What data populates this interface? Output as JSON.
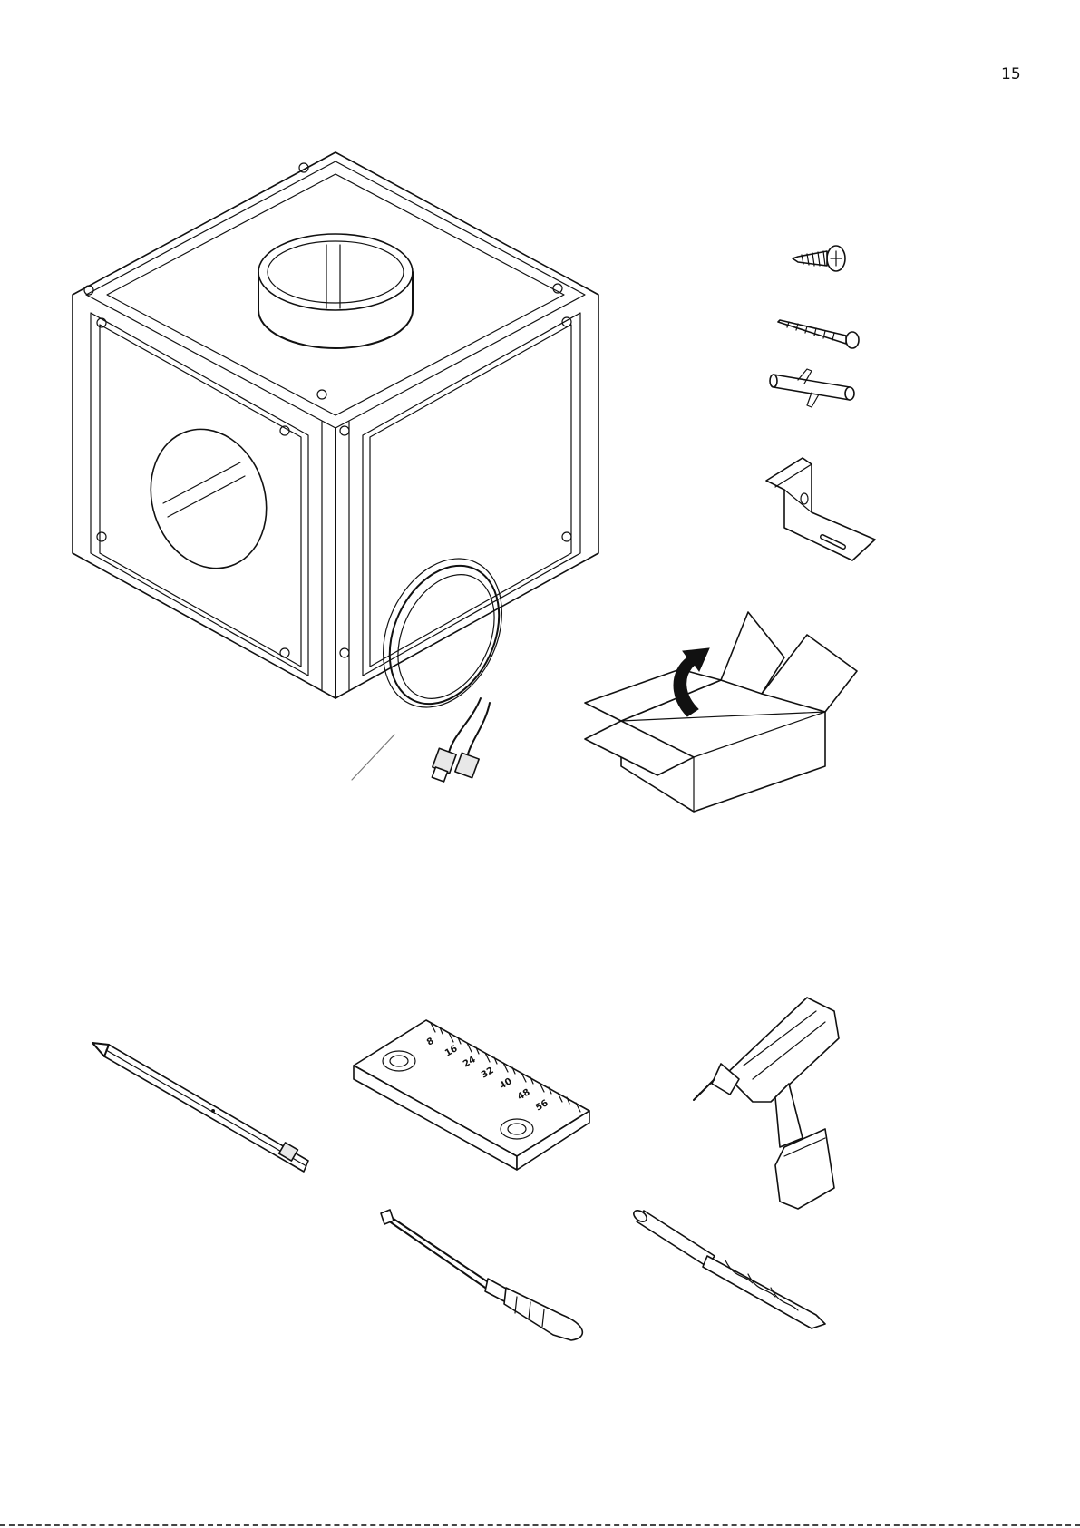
{
  "page": {
    "number": "15"
  },
  "parts": [
    {
      "name": "hood-box-unit",
      "icon": "cube-housing-with-round-openings"
    },
    {
      "name": "connection-cable",
      "icon": "coiled-cable-with-connectors"
    },
    {
      "name": "screw-short",
      "icon": "pan-head-screw"
    },
    {
      "name": "screw-long",
      "icon": "long-screw"
    },
    {
      "name": "wall-plug",
      "icon": "wall-anchor"
    },
    {
      "name": "mounting-bracket",
      "icon": "angle-bracket"
    },
    {
      "name": "unpack-box",
      "icon": "open-box-with-arrow"
    }
  ],
  "tools": [
    {
      "name": "pencil",
      "icon": "pencil-icon"
    },
    {
      "name": "ruler",
      "icon": "ruler-icon"
    },
    {
      "name": "drill",
      "icon": "drill-icon"
    },
    {
      "name": "screwdriver",
      "icon": "screwdriver-icon"
    },
    {
      "name": "drill-bit",
      "icon": "drill-bit-icon"
    }
  ],
  "ruler": {
    "marks": [
      "8",
      "16",
      "24",
      "32",
      "40",
      "48",
      "56"
    ]
  }
}
